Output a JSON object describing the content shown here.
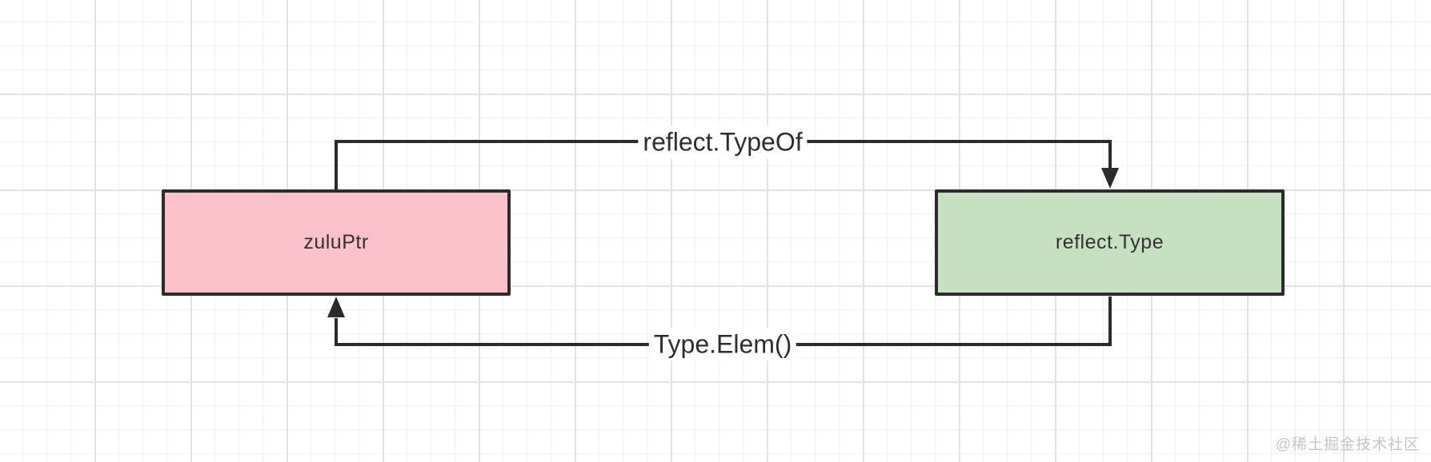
{
  "diagram": {
    "nodes": [
      {
        "id": "zuluPtr",
        "label": "zuluPtr",
        "fill": "#fcc2cc"
      },
      {
        "id": "reflectType",
        "label": "reflect.Type",
        "fill": "#c5e1bf"
      }
    ],
    "edges": [
      {
        "id": "typeof",
        "label": "reflect.TypeOf",
        "from": "zuluPtr",
        "to": "reflectType",
        "route": "top"
      },
      {
        "id": "elem",
        "label": "Type.Elem()",
        "from": "reflectType",
        "to": "zuluPtr",
        "route": "bottom"
      }
    ]
  },
  "watermark": {
    "text": "@稀土掘金技术社区"
  },
  "colors": {
    "line-color": "#2b2b2b",
    "zuluptr-fill": "#fcc2cc",
    "reflect-type-fill": "#c5e1bf",
    "node-text": "#333333",
    "label-text": "#2d2d2d",
    "grid-minor": "#f1f1f1",
    "grid-major": "#e2e2e2",
    "watermark-color": "#c4c4c4"
  }
}
